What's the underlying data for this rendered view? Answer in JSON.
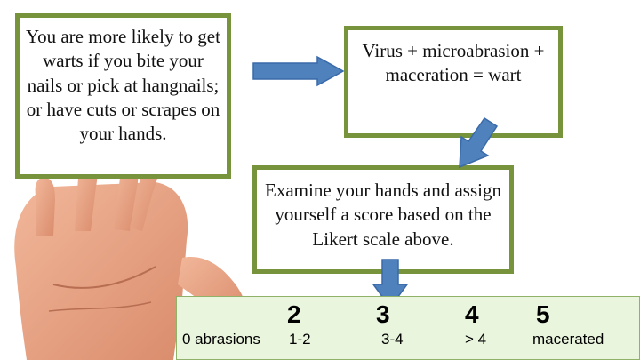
{
  "boxes": {
    "risk_text": "You are more likely to get warts if you bite your nails or pick at hangnails; or have cuts or scrapes on your hands.",
    "equation_text": "Virus + microabrasion + maceration = wart",
    "instruction_text": "Examine your hands and assign yourself a score based on the Likert scale above."
  },
  "scale": {
    "numbers": [
      "2",
      "3",
      "4",
      "5"
    ],
    "labels": [
      "0 abrasions",
      "1-2",
      "3-4",
      "> 4",
      "macerated"
    ]
  },
  "colors": {
    "box_border": "#77933c",
    "arrow_fill": "#4f81bd",
    "scale_background": "#e9f5dd"
  }
}
